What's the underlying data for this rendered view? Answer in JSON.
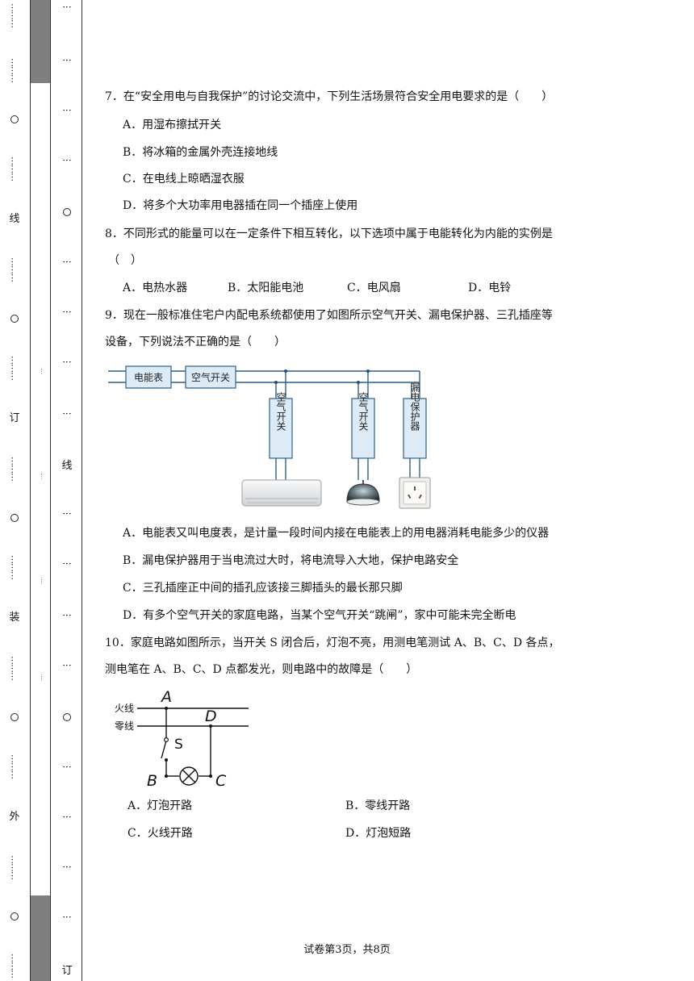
{
  "margin": {
    "outer_labels": [
      "线",
      "订",
      "装",
      "外"
    ],
    "inner_labels": [
      "线",
      "订"
    ]
  },
  "questions": {
    "q7": {
      "stem": "7．在“安全用电与自我保护”的讨论交流中，下列生活场景符合安全用电要求的是（　　）",
      "A": "A．用湿布擦拭开关",
      "B": "B．将冰箱的金属外壳连接地线",
      "C": "C．在电线上晾晒湿衣服",
      "D": "D．将多个大功率用电器插在同一个插座上使用"
    },
    "q8": {
      "stem_line1": "8．不同形式的能量可以在一定条件下相互转化，以下选项中属于电能转化为内能的实例是",
      "stem_line2": "（　）",
      "A": "A．电热水器",
      "B": "B．太阳能电池",
      "C": "C．电风扇",
      "D": "D．电铃"
    },
    "q9": {
      "stem_line1": "9．现在一般标准住宅户内配电系统都使用了如图所示空气开关、漏电保护器、三孔插座等",
      "stem_line2": "设备，下列说法不正确的是（　　）",
      "figure": {
        "meter": "电能表",
        "main_switch": "空气开关",
        "branch1": "空气开关",
        "branch2": "空气开关",
        "branch3": "漏电保护器"
      },
      "A": "A．电能表又叫电度表，是计量一段时间内接在电能表上的用电器消耗电能多少的仪器",
      "B": "B．漏电保护器用于当电流过大时，将电流导入大地，保护电路安全",
      "C": "C．三孔插座正中间的插孔应该接三脚插头的最长那只脚",
      "D": "D．有多个空气开关的家庭电路，当某个空气开关“跳闸”，家中可能未完全断电"
    },
    "q10": {
      "stem_line1": "10．家庭电路如图所示，当开关 S 闭合后，灯泡不亮，用测电笔测试 A、B、C、D 各点，",
      "stem_line2": "测电笔在 A、B、C、D 点都发光，则电路中的故障是（　　）",
      "figure": {
        "live": "火线",
        "neutral": "零线",
        "A": "A",
        "B": "B",
        "C": "C",
        "D": "D",
        "S": "S"
      },
      "A": "A．灯泡开路",
      "B": "B．零线开路",
      "C": "C．火线开路",
      "D": "D．灯泡短路"
    }
  },
  "footer": "试卷第3页，共8页"
}
